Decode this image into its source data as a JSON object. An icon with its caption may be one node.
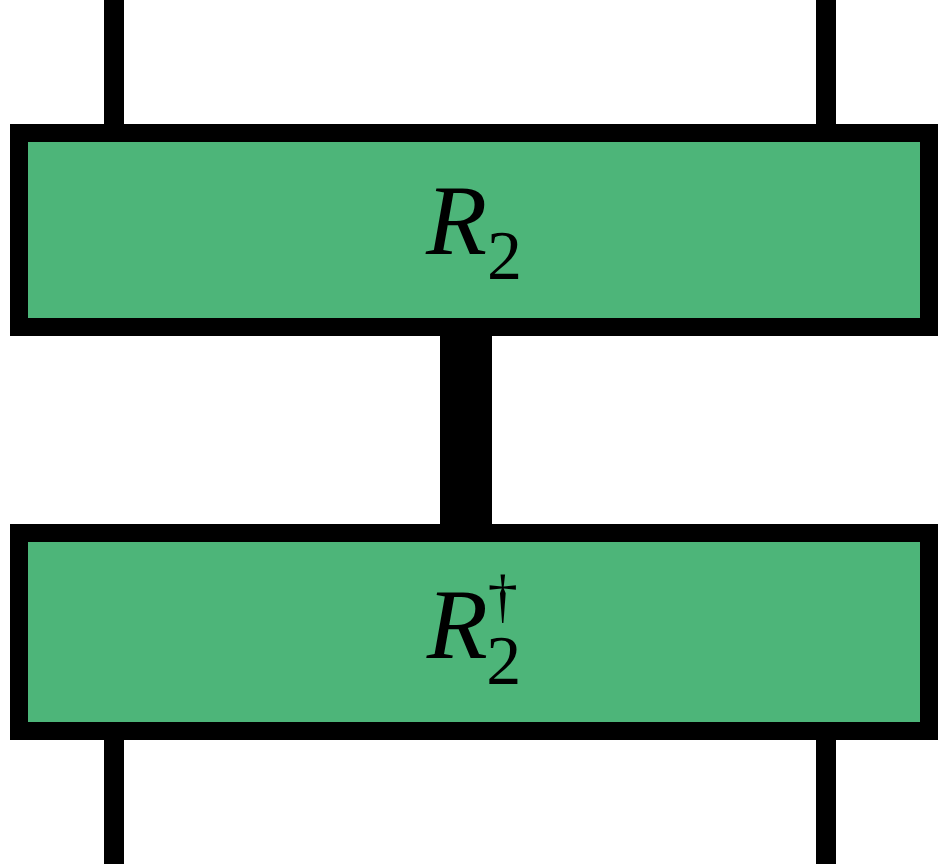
{
  "diagram": {
    "nodes": [
      {
        "text": [
          "*R*$_{2}$"
        ]
      },
      {
        "text": [
          "*R*$^{†}$$_{2}$"
        ]
      }
    ],
    "edges": [
      {
        "from": null,
        "to": 0,
        "arrow": "none"
      },
      {
        "from": null,
        "to": 0,
        "arrow": "none"
      },
      {
        "from": 0,
        "to": 1,
        "arrow": "none",
        "style": "thick"
      },
      {
        "from": 1,
        "to": null,
        "arrow": "none"
      },
      {
        "from": 1,
        "to": null,
        "arrow": "none"
      }
    ]
  }
}
